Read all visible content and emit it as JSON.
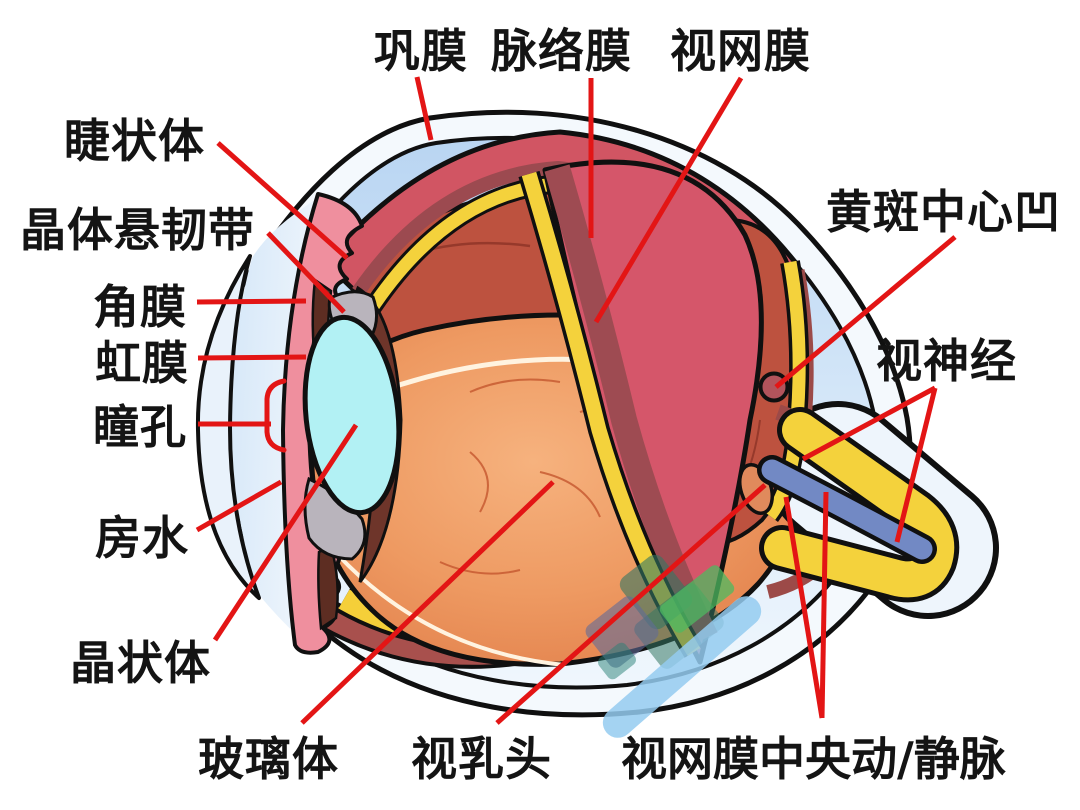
{
  "labels": [
    {
      "id": "sclera",
      "text": "巩膜"
    },
    {
      "id": "choroid",
      "text": "脉络膜"
    },
    {
      "id": "retina",
      "text": "视网膜"
    },
    {
      "id": "ciliary",
      "text": "睫状体"
    },
    {
      "id": "ligament",
      "text": "晶体悬韧带"
    },
    {
      "id": "cornea",
      "text": "角膜"
    },
    {
      "id": "iris",
      "text": "虹膜"
    },
    {
      "id": "pupil",
      "text": "瞳孔"
    },
    {
      "id": "aqueous",
      "text": "房水"
    },
    {
      "id": "lens",
      "text": "晶状体"
    },
    {
      "id": "vitreous",
      "text": "玻璃体"
    },
    {
      "id": "papilla",
      "text": "视乳头"
    },
    {
      "id": "vessels",
      "text": "视网膜中央动/静脉"
    },
    {
      "id": "macula",
      "text": "黄斑中心凹"
    },
    {
      "id": "opticnerve",
      "text": "视神经"
    }
  ],
  "colors": {
    "leader_line": "#e31515",
    "label_text": "#141414",
    "outline": "#101010",
    "sclera_white": "#f4f9fd",
    "inner_blue": "#c9def5",
    "choroid_red": "#d15563",
    "flap_red": "#d5566a",
    "inner_wall_red": "#bd523f",
    "retina_yellow": "#f4d23c",
    "vitreous_orange": "#ec9258",
    "lens_cyan": "#b2f1f4",
    "ciliary_pink": "#ef8f9e",
    "zonule_gray": "#b9b4bc",
    "vessel_blue": "#7289c4",
    "nerve_sheath": "#eef5fc"
  }
}
